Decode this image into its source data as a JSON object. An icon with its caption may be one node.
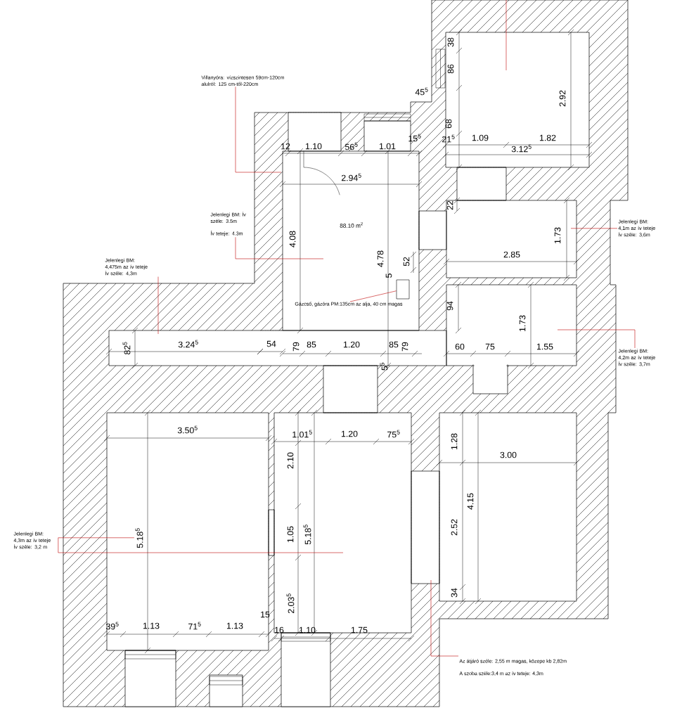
{
  "diagram": {
    "nodes": [
      {
        "text": [
          "Villanyóra: vízszintesen 59cm-120cm alulról: 125 cm-től-220cm"
        ]
      },
      {
        "text": [
          "Jelenlegi BM: Ív széle: 3.5m",
          "Ív teteje: 4.3m"
        ]
      },
      {
        "text": [
          "Jelenlegi BM: 4,475m az ív teteje Ív széle: 4,3m"
        ]
      },
      {
        "text": [
          "Gázcső, gázóra PM:135cm az alja, 40 cm magas"
        ]
      },
      {
        "text": [],
        "shape": "box"
      },
      {
        "text": [
          "Jelenlegi BM: 4,1m az ív teteje Ív széle: 3,6m"
        ]
      },
      {
        "text": [
          "Jelenlegi BM: 4,2m az ív teteje Ív széle: 3,7m"
        ]
      },
      {
        "text": [
          "Jelenlegi BM: 4,3m az ív teteje Ív széle: 3,2 m"
        ]
      },
      {
        "text": [
          "Az átjáró széle: 2,55 m magas, közepe kb 2,82m",
          "A szoba széle:3,4 m az ív teteje: 4,3m"
        ]
      }
    ],
    "edges": [
      {
        "from": 0,
        "to": null,
        "arrow": "none"
      },
      {
        "from": 1,
        "to": null,
        "arrow": "none"
      },
      {
        "from": 2,
        "to": null,
        "arrow": "none"
      },
      {
        "from": 3,
        "to": 4,
        "arrow": "none"
      },
      {
        "from": 5,
        "to": null,
        "arrow": "none"
      },
      {
        "from": 6,
        "to": null,
        "arrow": "none"
      },
      {
        "from": 7,
        "to": null,
        "arrow": "none"
      },
      {
        "from": 8,
        "to": null,
        "arrow": "none"
      }
    ],
    "labels": [
      "38",
      "86",
      "45$^{5}$",
      "2.92",
      "68",
      "15$^{5}$",
      "21$^{5}$",
      "1.09",
      "1.82",
      "12",
      "1.10",
      "56$^{5}$",
      "1.01",
      "3.12$^{5}$",
      "2.94$^{5}$",
      "22",
      "4.08",
      "88.10 m$^{2}$",
      "1.73",
      "2.85",
      "4.78",
      "52",
      "5",
      "94",
      "1.73",
      "82$^{5}$",
      "3.24$^{5}$",
      "54",
      "79",
      "85",
      "1.20",
      "85",
      "79",
      "60",
      "75",
      "1.55",
      "5$^{5}$",
      "3.50$^{5}$",
      "1.01$^{5}$",
      "1.20",
      "75$^{5}$",
      "1.28",
      "2.10",
      "3.00",
      "4.15",
      "5.18$^{5}$",
      "1.05",
      "5.18$^{5}$",
      "2.52",
      "34",
      "2.03$^{5}$",
      "15",
      "39$^{5}$",
      "1.13",
      "71$^{5}$",
      "1.13",
      "16",
      "1.10",
      "1.75"
    ]
  }
}
